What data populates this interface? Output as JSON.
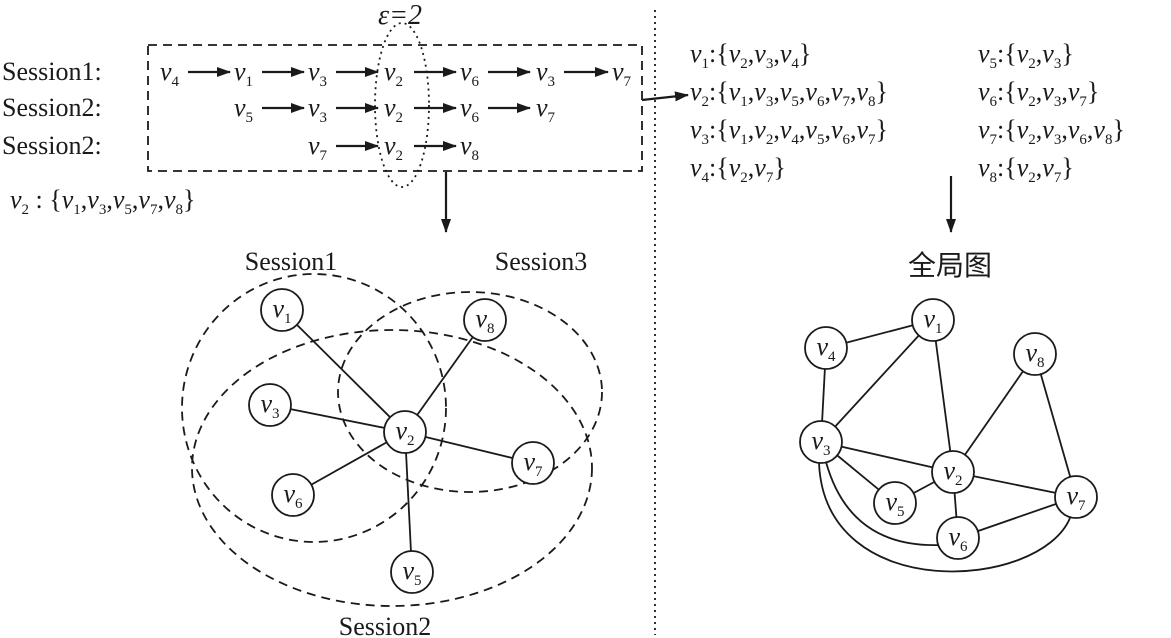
{
  "epsilon_label": "ε=2",
  "session_rows": [
    {
      "label": "Session1:",
      "sequence": [
        "4",
        "1",
        "3",
        "2",
        "6",
        "3",
        "7"
      ]
    },
    {
      "label": "Session2:",
      "sequence": [
        "5",
        "3",
        "2",
        "6",
        "7"
      ]
    },
    {
      "label": "Session2:",
      "sequence": [
        "7",
        "2",
        "8"
      ]
    }
  ],
  "local_neighbor_list": {
    "node": "2",
    "neighbors": [
      "1",
      "3",
      "5",
      "7",
      "8"
    ]
  },
  "global_neighbor_lists": [
    {
      "node": "1",
      "neighbors": [
        "2",
        "3",
        "4"
      ]
    },
    {
      "node": "2",
      "neighbors": [
        "1",
        "3",
        "5",
        "6",
        "7",
        "8"
      ]
    },
    {
      "node": "3",
      "neighbors": [
        "1",
        "2",
        "4",
        "5",
        "6",
        "7"
      ]
    },
    {
      "node": "4",
      "neighbors": [
        "2",
        "7"
      ]
    },
    {
      "node": "5",
      "neighbors": [
        "2",
        "3"
      ]
    },
    {
      "node": "6",
      "neighbors": [
        "2",
        "3",
        "7"
      ]
    },
    {
      "node": "7",
      "neighbors": [
        "2",
        "3",
        "6",
        "8"
      ]
    },
    {
      "node": "8",
      "neighbors": [
        "2",
        "7"
      ]
    }
  ],
  "session_graph": {
    "session_labels": [
      "Session1",
      "Session3",
      "Session2"
    ],
    "center": "2",
    "nodes": [
      "1",
      "3",
      "6",
      "8",
      "7",
      "5"
    ]
  },
  "global_graph": {
    "title": "全局图",
    "nodes": [
      "1",
      "4",
      "8",
      "3",
      "2",
      "5",
      "6",
      "7"
    ],
    "edges": [
      [
        "4",
        "1"
      ],
      [
        "4",
        "3"
      ],
      [
        "3",
        "1"
      ],
      [
        "1",
        "2"
      ],
      [
        "3",
        "2"
      ],
      [
        "8",
        "2"
      ],
      [
        "8",
        "7"
      ],
      [
        "3",
        "5"
      ],
      [
        "5",
        "2"
      ],
      [
        "2",
        "6"
      ],
      [
        "2",
        "7"
      ],
      [
        "6",
        "7"
      ],
      [
        "3",
        "6"
      ],
      [
        "3",
        "7"
      ]
    ]
  },
  "variable_symbol": "v"
}
